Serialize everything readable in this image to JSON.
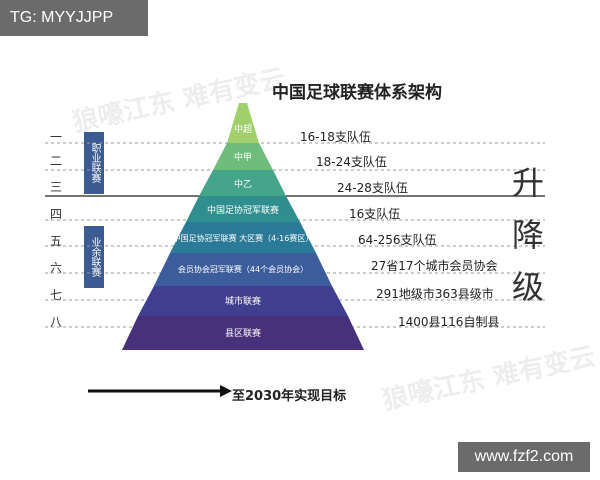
{
  "corner_tag": "TG: MYYJJPP",
  "site_tag": "www.fzf2.com",
  "title": "中国足球联赛体系架构",
  "watermark_text": "狼嚎江东 难有变云",
  "level_numbers": [
    "一",
    "二",
    "三",
    "四",
    "五",
    "六",
    "七",
    "八"
  ],
  "categories": [
    {
      "label": "职业联赛"
    },
    {
      "label": "业余联赛"
    }
  ],
  "tiers": [
    {
      "label": "中超",
      "count": "16-18支队伍",
      "color": "#9fd06b"
    },
    {
      "label": "中甲",
      "count": "18-24支队伍",
      "color": "#6fbd7b"
    },
    {
      "label": "中乙",
      "count": "24-28支队伍",
      "color": "#45a58a"
    },
    {
      "label": "中国足协冠军联赛",
      "count": "16支队伍",
      "color": "#2f8f8e"
    },
    {
      "label": "中国足协冠军联赛 大区赛（4-16赛区）",
      "count": "64-256支队伍",
      "color": "#2b7a98"
    },
    {
      "label": "会员协会冠军联赛（44个会员协会）",
      "count": "27省17个城市会员协会",
      "color": "#3c5c9b"
    },
    {
      "label": "城市联赛",
      "count": "291地级市363县级市",
      "color": "#403f8f"
    },
    {
      "label": "县区联赛",
      "count": "1400县116自制县",
      "color": "#48307a"
    }
  ],
  "side_text": [
    "升",
    "降",
    "级"
  ],
  "bottom_arrow_label": "至2030年实现目标"
}
